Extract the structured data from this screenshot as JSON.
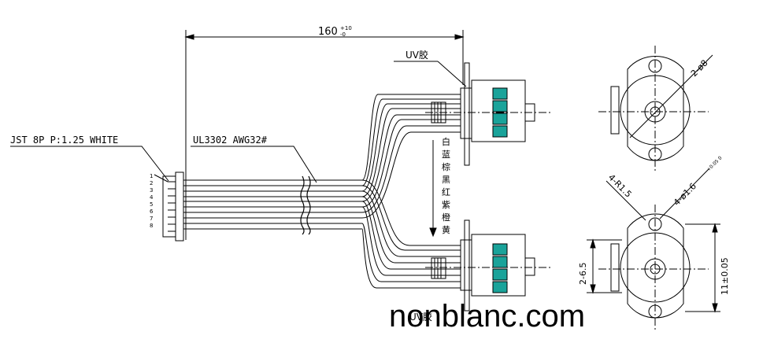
{
  "labels": {
    "length": "160",
    "length_tol_upper": "+10",
    "length_tol_lower": "-0",
    "uv_top": "UV胶",
    "uv_bottom": "UV胶",
    "connector": "JST 8P P:1.25 WHITE",
    "cable": "UL3302 AWG32#",
    "pins": [
      "1",
      "2",
      "3",
      "4",
      "5",
      "6",
      "7",
      "8"
    ],
    "colors_vertical": [
      "白",
      "蓝",
      "棕",
      "黑",
      "红",
      "紫",
      "橙",
      "黄"
    ],
    "dim_2_phi8": "2-ø8",
    "dim_4_r15": "4-R1.5",
    "dim_4_phi16": "4-ø1.6",
    "dim_4_phi16_tol": "+0.05 0",
    "dim_2_65": "2-6.5",
    "dim_11": "11±0.05"
  },
  "watermark": "nonblanc.com",
  "colors": {
    "line": "#000000",
    "terminal": "#1aa39a",
    "watermark": "#000000"
  }
}
